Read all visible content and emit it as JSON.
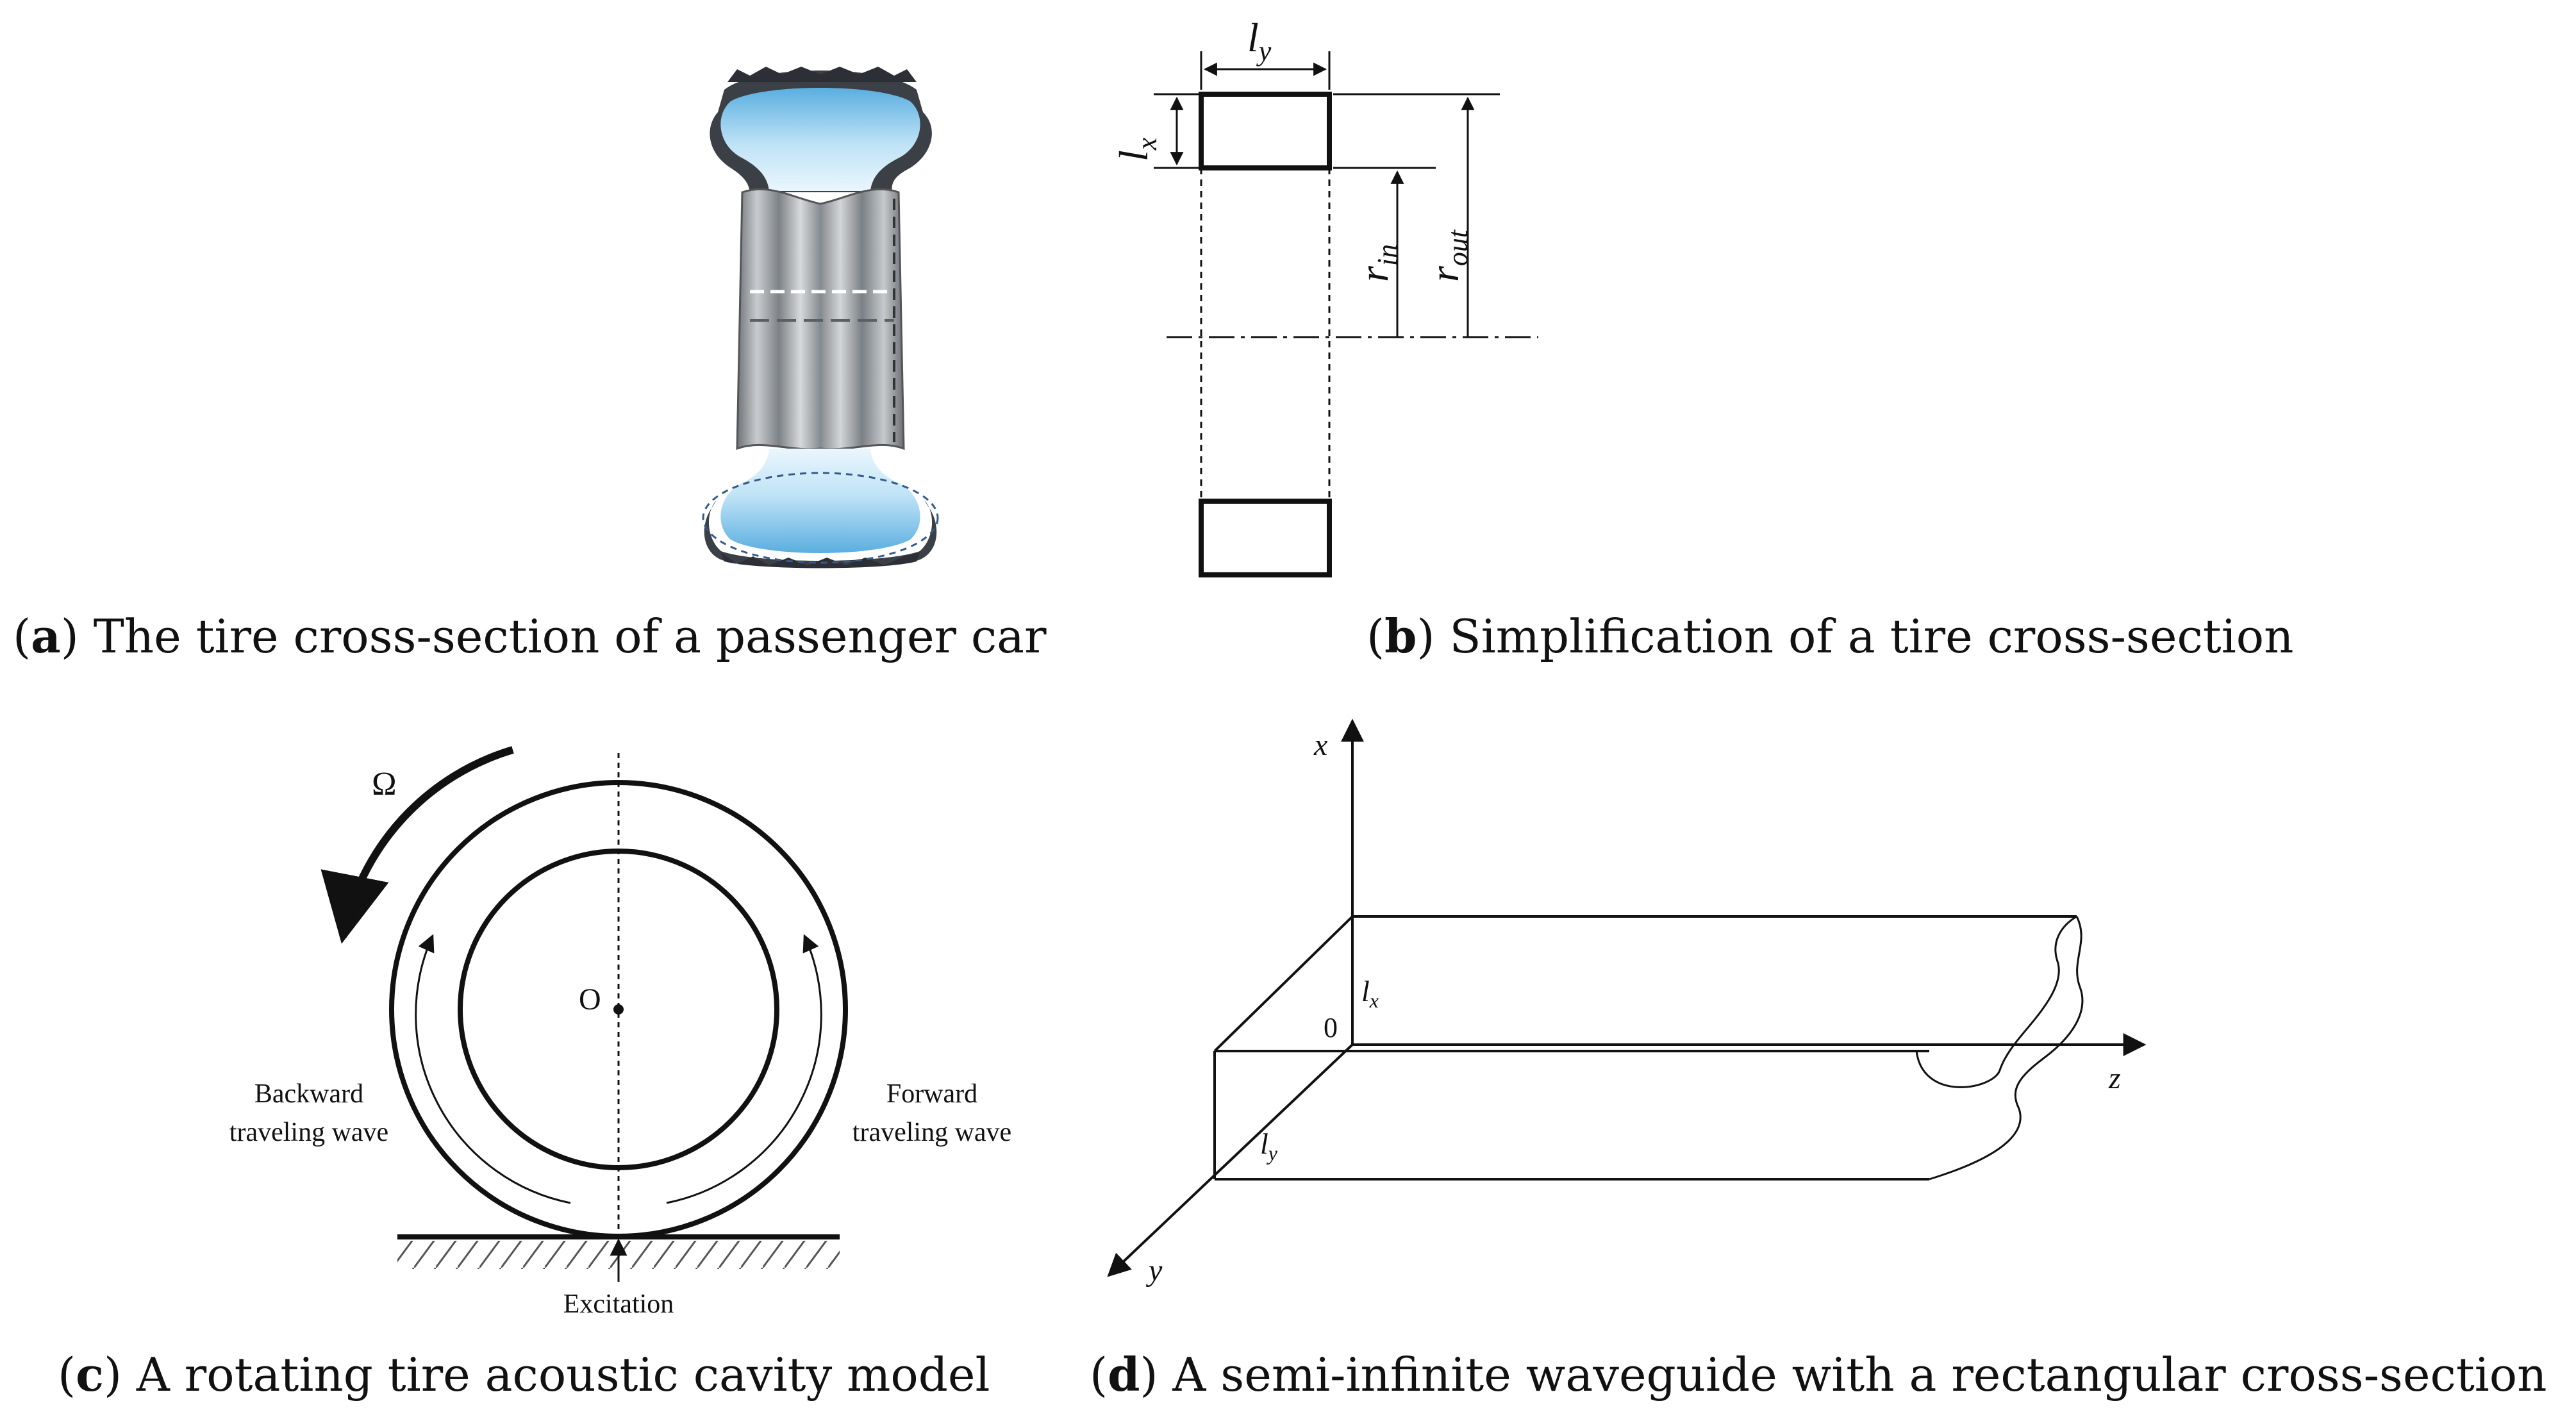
{
  "captions": {
    "a_letter": "a",
    "a_text": " The tire cross-section of a passenger car",
    "b_letter": "b",
    "b_text": " Simplification of a tire cross-section",
    "c_letter": "c",
    "c_text": " A rotating tire acoustic cavity model",
    "d_letter": "d",
    "d_text": " A semi-infinite waveguide with a rectangular cross-section"
  },
  "panel_b": {
    "ly_main": "l",
    "ly_sub": "y",
    "lx_main": "l",
    "lx_sub": "x",
    "rin_main": "r",
    "rin_sub": "in",
    "rout_main": "r",
    "rout_sub": "out"
  },
  "panel_c": {
    "omega": "Ω",
    "origin": "O",
    "backward_line1": "Backward",
    "backward_line2": "traveling wave",
    "forward_line1": "Forward",
    "forward_line2": "traveling wave",
    "excitation": "Excitation"
  },
  "panel_d": {
    "axis_x": "x",
    "axis_y": "y",
    "axis_z": "z",
    "origin": "0",
    "lx_main": "l",
    "lx_sub": "x",
    "ly_main": "l",
    "ly_sub": "y"
  },
  "colors": {
    "tire_blue": "#7fc3e6",
    "tire_rubber": "#3b3f46",
    "rim_gray": "#a9adb0",
    "ink": "#111111"
  }
}
